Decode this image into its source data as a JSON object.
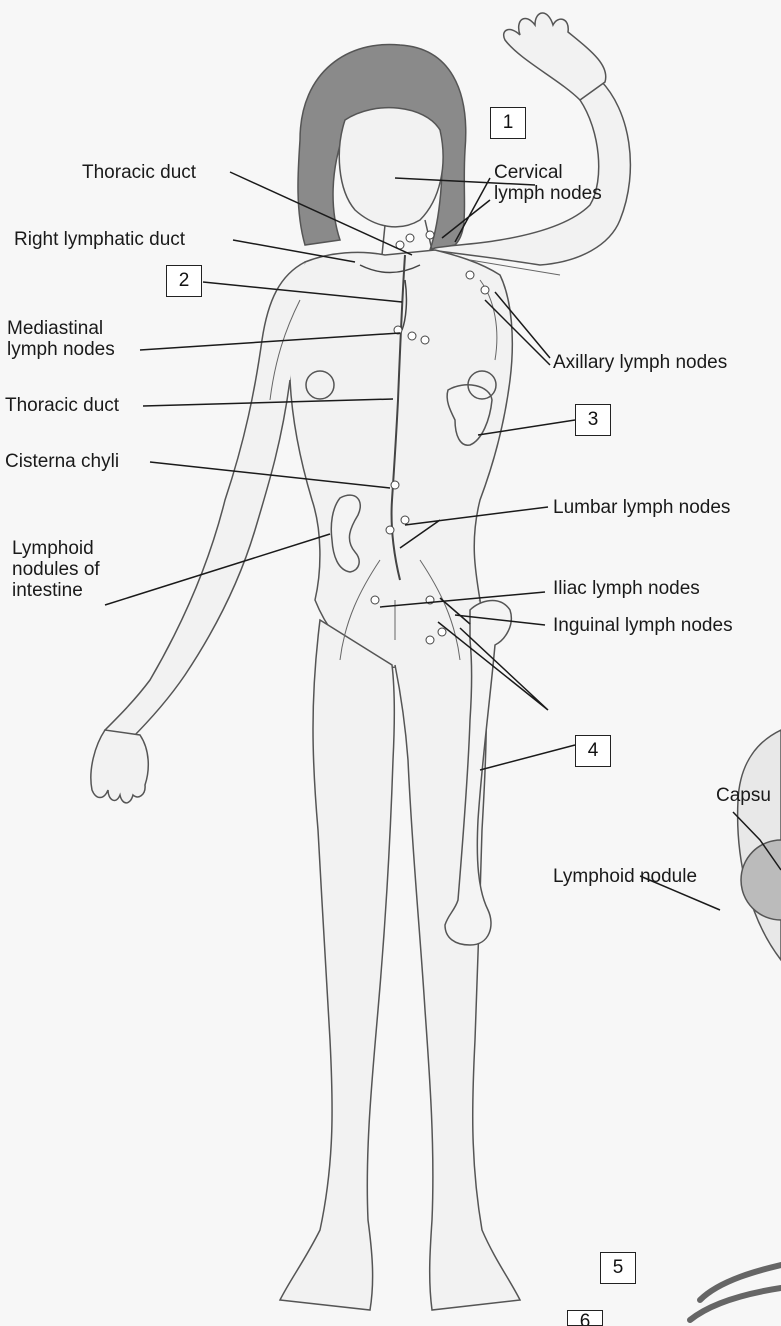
{
  "labels": {
    "thoracic_duct_top": "Thoracic duct",
    "cervical_lymph_nodes": "Cervical\nlymph nodes",
    "right_lymphatic_duct": "Right lymphatic duct",
    "mediastinal_lymph_nodes": "Mediastinal\nlymph nodes",
    "axillary_lymph_nodes": "Axillary lymph nodes",
    "thoracic_duct_mid": "Thoracic duct",
    "cisterna_chyli": "Cisterna chyli",
    "lumbar_lymph_nodes": "Lumbar lymph nodes",
    "lymphoid_nodules_intestine": "Lymphoid\nnodules of\nintestine",
    "iliac_lymph_nodes": "Iliac lymph nodes",
    "inguinal_lymph_nodes": "Inguinal lymph nodes",
    "capsule_partial": "Capsu",
    "lymphoid_nodule": "Lymphoid nodule"
  },
  "number_boxes": [
    "1",
    "2",
    "3",
    "4",
    "5",
    "6"
  ],
  "colors": {
    "line": "#1a1a1a",
    "outline": "#555555",
    "hair": "#7a7a7a",
    "skin": "#f2f2f2",
    "background": "#f7f7f7"
  }
}
